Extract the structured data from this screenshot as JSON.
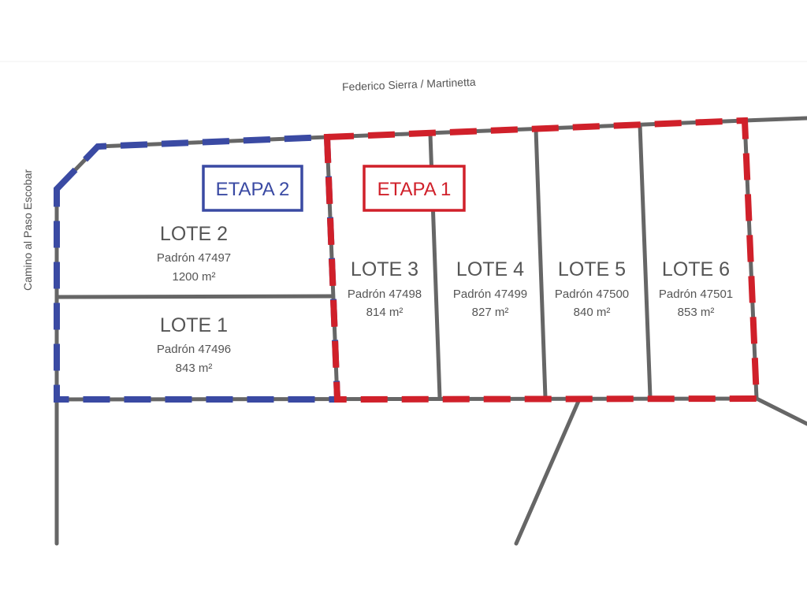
{
  "streets": {
    "top": "Federico Sierra / Martinetta",
    "left": "Camino al Paso Escobar"
  },
  "stages": [
    {
      "label": "ETAPA 2",
      "color": "#3a4aa3"
    },
    {
      "label": "ETAPA 1",
      "color": "#d0202a"
    }
  ],
  "lots": [
    {
      "name": "LOTE 2",
      "padron": "Padrón 47497",
      "area": "1200 m²"
    },
    {
      "name": "LOTE 1",
      "padron": "Padrón 47496",
      "area": "843 m²"
    },
    {
      "name": "LOTE 3",
      "padron": "Padrón 47498",
      "area": "814 m²"
    },
    {
      "name": "LOTE 4",
      "padron": "Padrón 47499",
      "area": "827 m²"
    },
    {
      "name": "LOTE 5",
      "padron": "Padrón 47500",
      "area": "840 m²"
    },
    {
      "name": "LOTE 6",
      "padron": "Padrón 47501",
      "area": "853 m²"
    }
  ],
  "colors": {
    "boundary": "#666666",
    "text": "#555555"
  }
}
